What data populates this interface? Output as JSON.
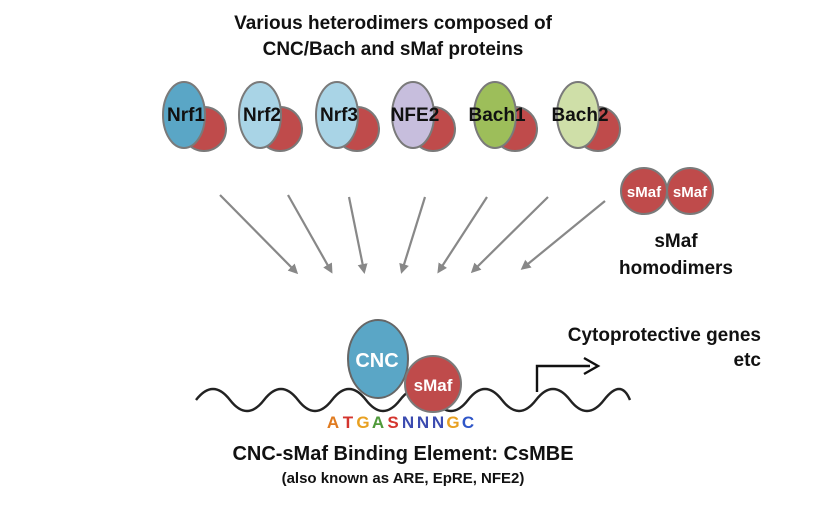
{
  "header": {
    "title_line1": "Various heterodimers composed of",
    "title_line2": "CNC/Bach and sMaf proteins"
  },
  "heterodimers": [
    {
      "label": "Nrf1",
      "color": "#5aa6c6"
    },
    {
      "label": "Nrf2",
      "color": "#a9d4e6"
    },
    {
      "label": "Nrf3",
      "color": "#a9d4e6"
    },
    {
      "label": "NFE2",
      "color": "#c7bedd"
    },
    {
      "label": "Bach1",
      "color": "#9dbe5a"
    },
    {
      "label": "Bach2",
      "color": "#cfdfa8"
    }
  ],
  "smaf_color": "#bf4b4b",
  "homodimer": {
    "left_label": "sMaf",
    "right_label": "sMaf",
    "caption_line1": "sMaf",
    "caption_line2": "homodimers"
  },
  "binding": {
    "cnc_label": "CNC",
    "cnc_color": "#5aa6c6",
    "smaf_label": "sMaf",
    "target_line1": "Cytoprotective genes",
    "target_line2": "etc"
  },
  "motif": [
    {
      "char": "A",
      "color": "#e07b1f"
    },
    {
      "char": "T",
      "color": "#d4352e"
    },
    {
      "char": "G",
      "color": "#e8a020"
    },
    {
      "char": "A",
      "color": "#4f9a3a"
    },
    {
      "char": "S",
      "color": "#d4352e"
    },
    {
      "char": "N",
      "color": "#3b4bb0"
    },
    {
      "char": "N",
      "color": "#3b4bb0"
    },
    {
      "char": "N",
      "color": "#3b4bb0"
    },
    {
      "char": "G",
      "color": "#e8a020"
    },
    {
      "char": "C",
      "color": "#2f56c8"
    }
  ],
  "footer": {
    "title": "CNC-sMaf Binding Element: CsMBE",
    "subtitle": "(also known as ARE, EpRE, NFE2)"
  }
}
